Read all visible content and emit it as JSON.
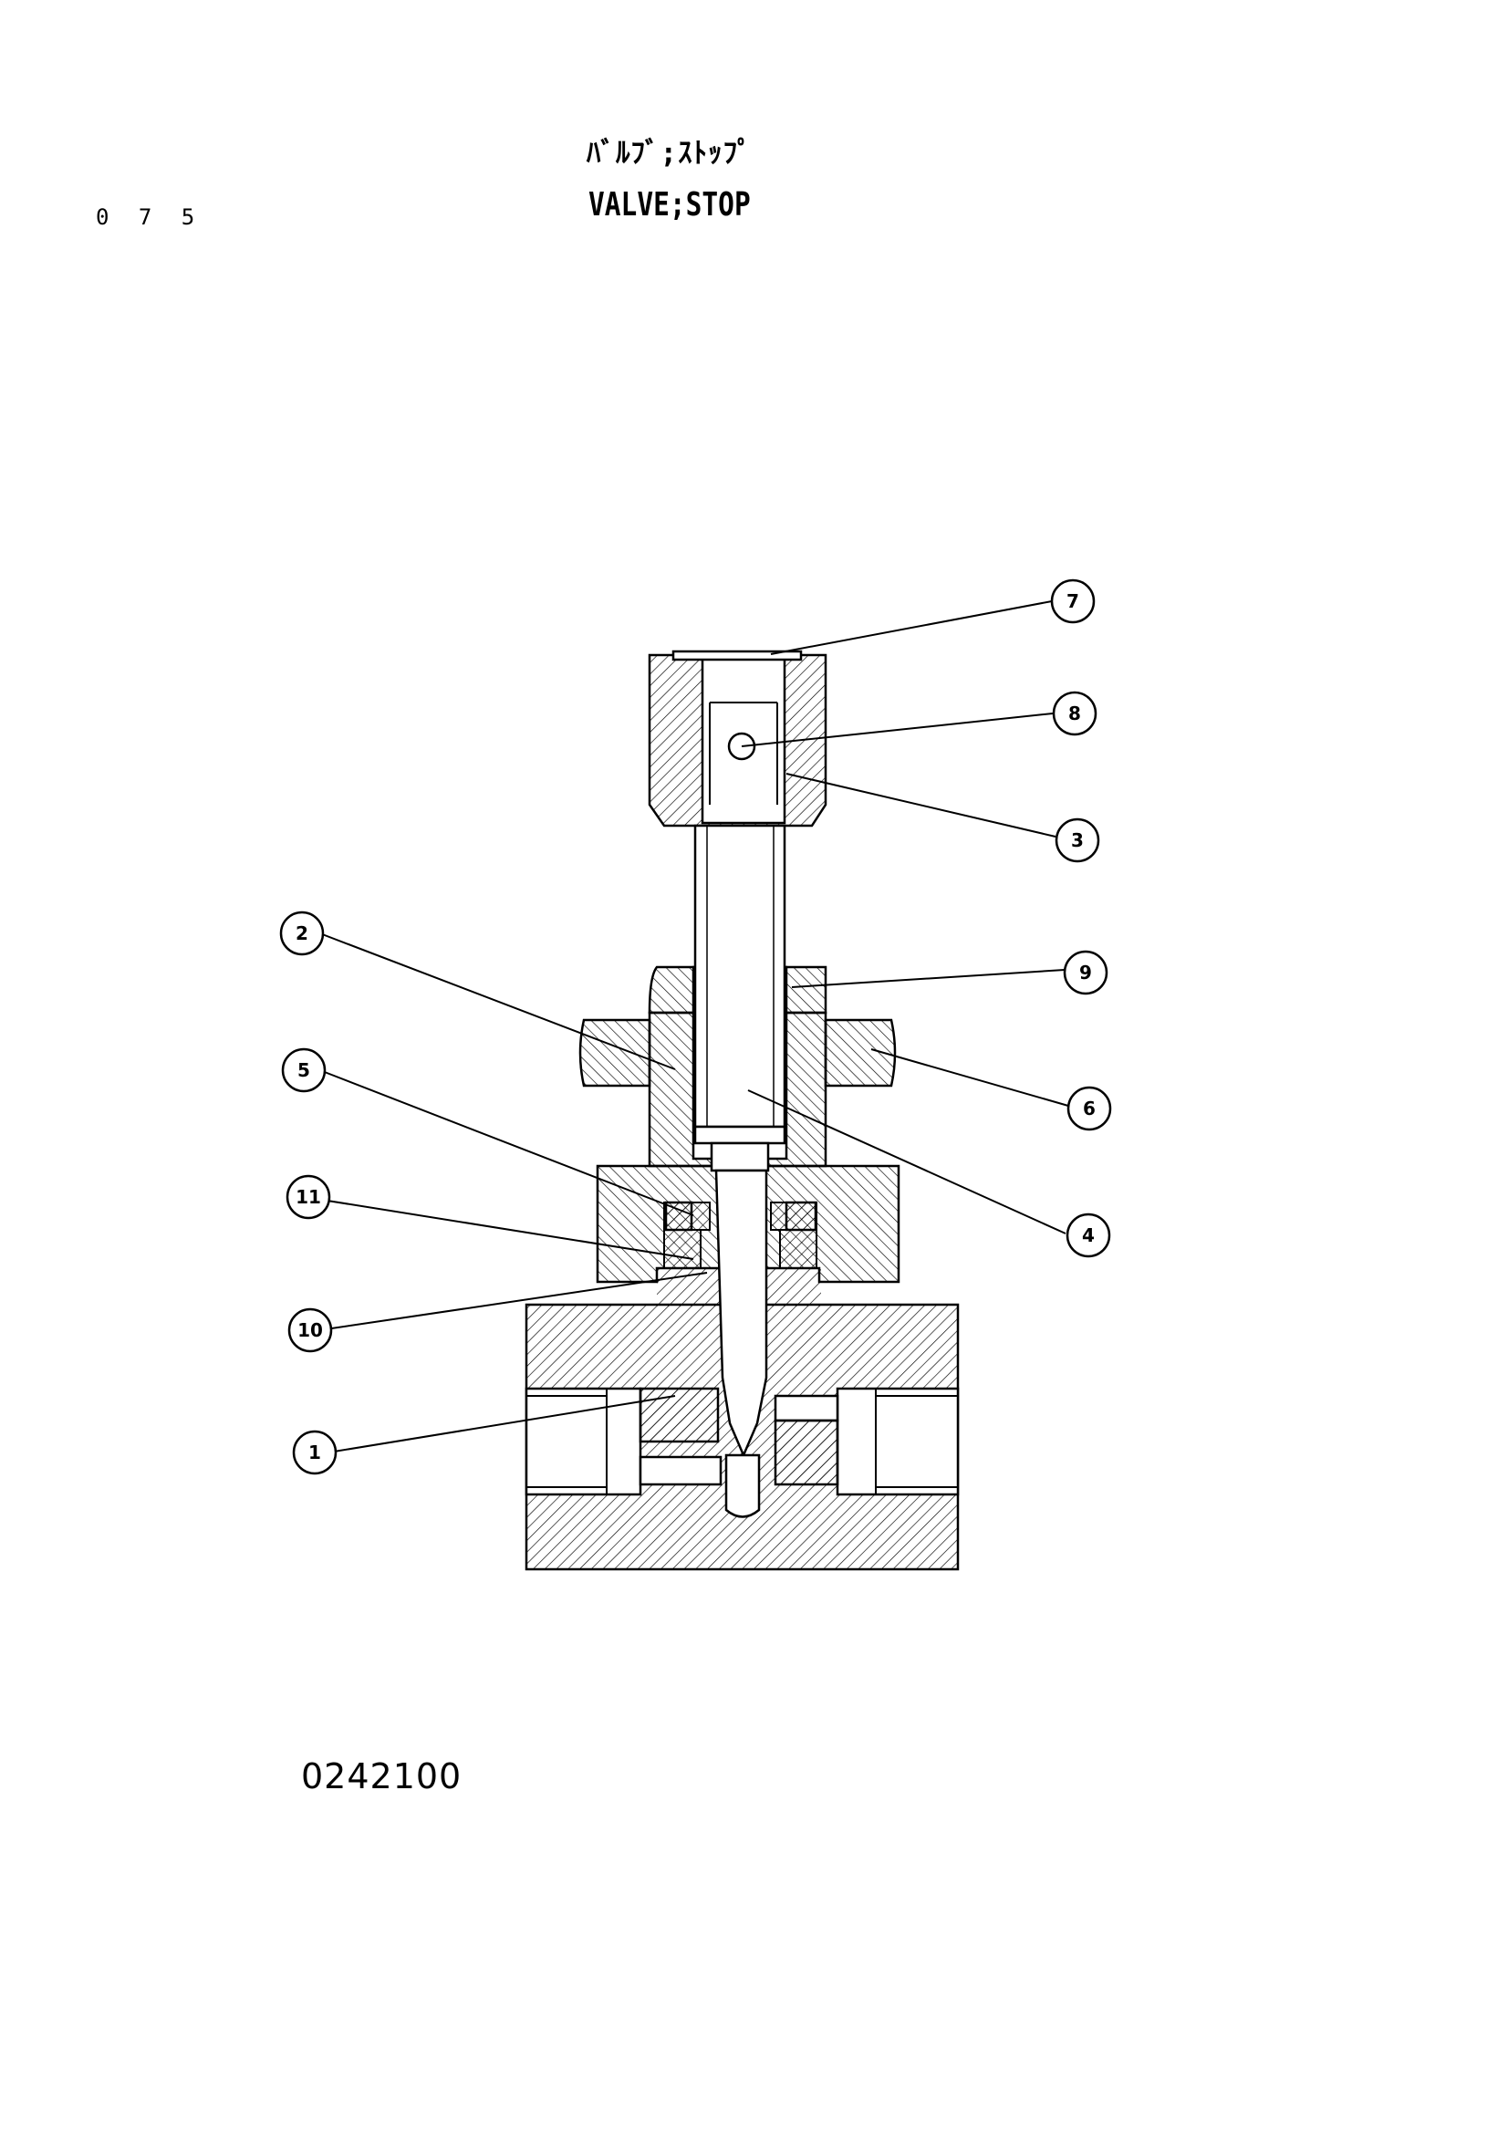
{
  "header": {
    "page_number": "0 7 5",
    "title_jp": "ﾊﾞﾙﾌﾞ;ｽﾄｯﾌﾟ",
    "title_en": "VALVE;STOP"
  },
  "drawing_number": "0242100",
  "callouts": [
    {
      "id": "7",
      "label": "7"
    },
    {
      "id": "8",
      "label": "8"
    },
    {
      "id": "3",
      "label": "3"
    },
    {
      "id": "9",
      "label": "9"
    },
    {
      "id": "6",
      "label": "6"
    },
    {
      "id": "4",
      "label": "4"
    },
    {
      "id": "2",
      "label": "2"
    },
    {
      "id": "5",
      "label": "5"
    },
    {
      "id": "11",
      "label": "11"
    },
    {
      "id": "10",
      "label": "10"
    },
    {
      "id": "1",
      "label": "1"
    }
  ]
}
